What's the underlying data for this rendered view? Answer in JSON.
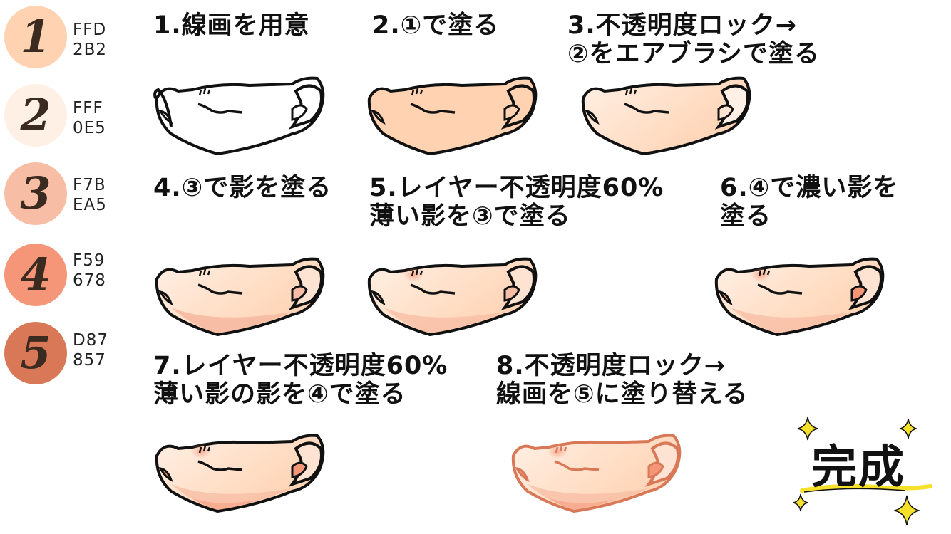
{
  "palette": [
    {
      "number": "1",
      "hex_top": "FFD",
      "hex_bottom": "2B2",
      "color": "#FFD2B2"
    },
    {
      "number": "2",
      "hex_top": "FFF",
      "hex_bottom": "0E5",
      "color": "#FFF0E5"
    },
    {
      "number": "3",
      "hex_top": "F7B",
      "hex_bottom": "EA5",
      "color": "#F7BEA5"
    },
    {
      "number": "4",
      "hex_top": "F59",
      "hex_bottom": "678",
      "color": "#F59678"
    },
    {
      "number": "5",
      "hex_top": "D87",
      "hex_bottom": "857",
      "color": "#D87857"
    }
  ],
  "steps": [
    {
      "id": "1",
      "lines": [
        "1.線画を用意"
      ]
    },
    {
      "id": "2",
      "lines": [
        "2.①で塗る"
      ]
    },
    {
      "id": "3",
      "lines": [
        "3.不透明度ロック→",
        "②をエアブラシで塗る"
      ]
    },
    {
      "id": "4",
      "lines": [
        "4.③で影を塗る"
      ]
    },
    {
      "id": "5",
      "lines": [
        "5.レイヤー不透明度60%",
        "薄い影を③で塗る"
      ]
    },
    {
      "id": "6",
      "lines": [
        "6.④で濃い影を",
        "塗る"
      ]
    },
    {
      "id": "7",
      "lines": [
        "7.レイヤー不透明度60%",
        "薄い影の影を④で塗る"
      ]
    },
    {
      "id": "8",
      "lines": [
        "8.不透明度ロック→",
        "線画を⑤に塗り替える"
      ]
    }
  ],
  "completion": {
    "label": "完成"
  },
  "colors": {
    "line": "#111111",
    "line_final": "#D87857",
    "skin_base": "#FFD2B2",
    "skin_light": "#FFF0E5",
    "shadow_light": "#F7BEA5",
    "shadow_dark": "#F59678",
    "sparkle": "#F5E02A"
  }
}
